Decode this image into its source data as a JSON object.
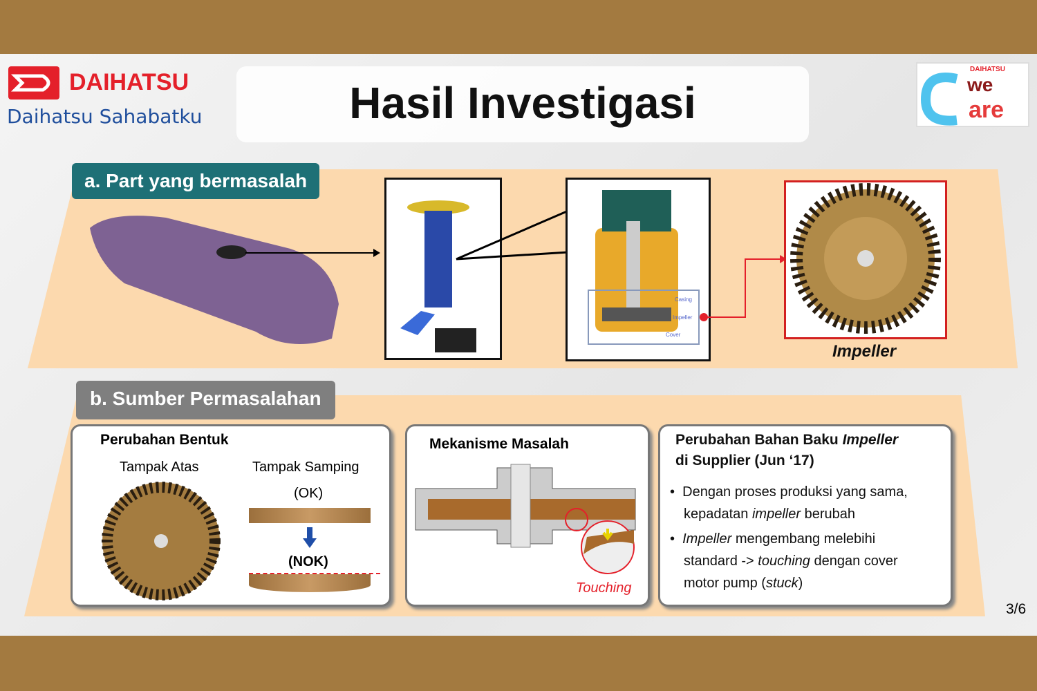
{
  "header": {
    "brand": "DAIHATSU",
    "tagline": "Daihatsu Sahabatku",
    "title": "Hasil Investigasi",
    "logo_right": {
      "brand": "DAIHATSU",
      "line1": "we",
      "line2": "are"
    }
  },
  "section_a": {
    "tag": "a. Part yang bermasalah",
    "callouts": [
      "Casing",
      "Impeller",
      "Cover"
    ],
    "impeller_label": "Impeller"
  },
  "section_b": {
    "tag": "b. Sumber Permasalahan",
    "box1": {
      "title": "Perubahan Bentuk",
      "top_view": "Tampak Atas",
      "side_view": "Tampak Samping",
      "ok": "(OK)",
      "nok": "(NOK)"
    },
    "box2": {
      "title": "Mekanisme Masalah",
      "touching": "Touching"
    },
    "box3": {
      "title_1": "Perubahan Bahan Baku ",
      "title_em": "Impeller",
      "title_2": "di Supplier (Jun ‘17)",
      "b1_1": "Dengan proses produksi yang sama,",
      "b1_2": "kepadatan ",
      "b1_em": "impeller",
      "b1_3": " berubah",
      "b2_em": "Impeller",
      "b2_1": " mengembang melebihi",
      "b2_2": "standard -> ",
      "b2_em2": "touching",
      "b2_3": " dengan cover",
      "b2_4": "motor pump (",
      "b2_em3": "stuck",
      "b2_5": ")"
    }
  },
  "page_number": "3/6",
  "colors": {
    "frame": "#a37a40",
    "panel": "#fcd9ae",
    "tag_a": "#1e7076",
    "tag_b": "#7f7f7f",
    "red": "#e4202a"
  }
}
